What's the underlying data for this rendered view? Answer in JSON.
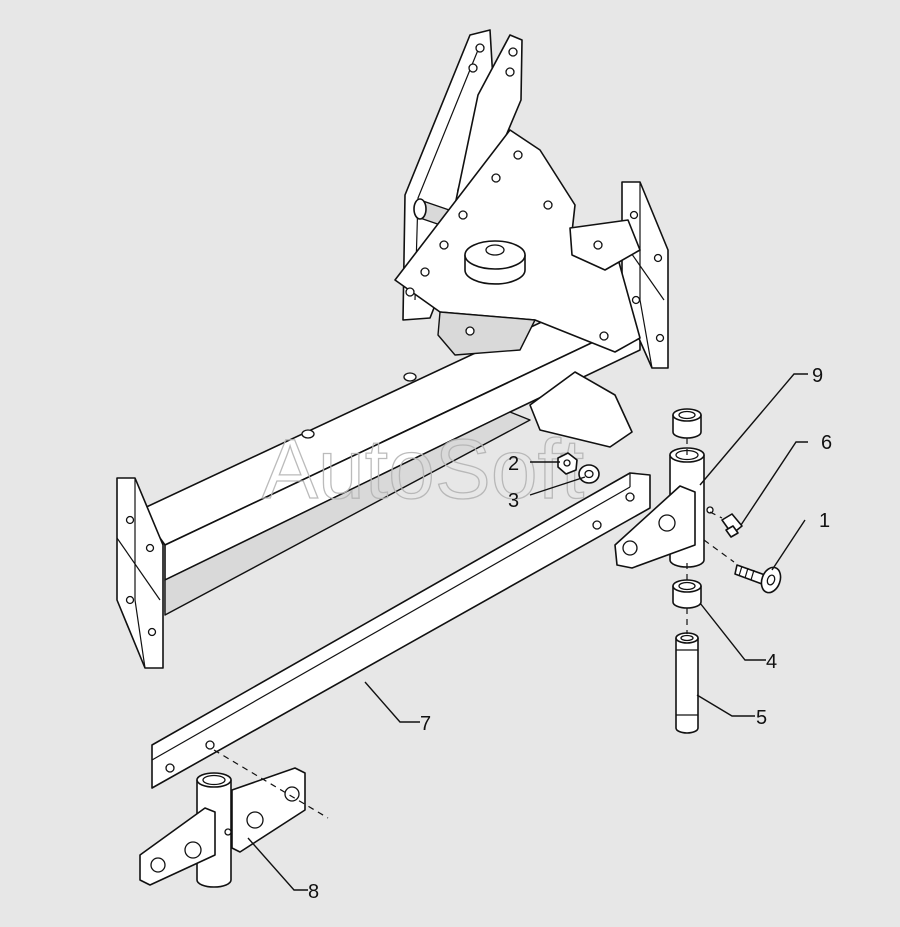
{
  "watermark": "AutoSoft",
  "callouts": [
    {
      "id": "callout-1",
      "label": "1"
    },
    {
      "id": "callout-2",
      "label": "2"
    },
    {
      "id": "callout-3",
      "label": "3"
    },
    {
      "id": "callout-4",
      "label": "4"
    },
    {
      "id": "callout-5",
      "label": "5"
    },
    {
      "id": "callout-6",
      "label": "6"
    },
    {
      "id": "callout-7",
      "label": "7"
    },
    {
      "id": "callout-8",
      "label": "8"
    },
    {
      "id": "callout-9",
      "label": "9"
    }
  ],
  "colors": {
    "background": "#e7e7e7",
    "line": "#111111",
    "part_fill": "#ffffff",
    "watermark": "#b4b4b4"
  }
}
